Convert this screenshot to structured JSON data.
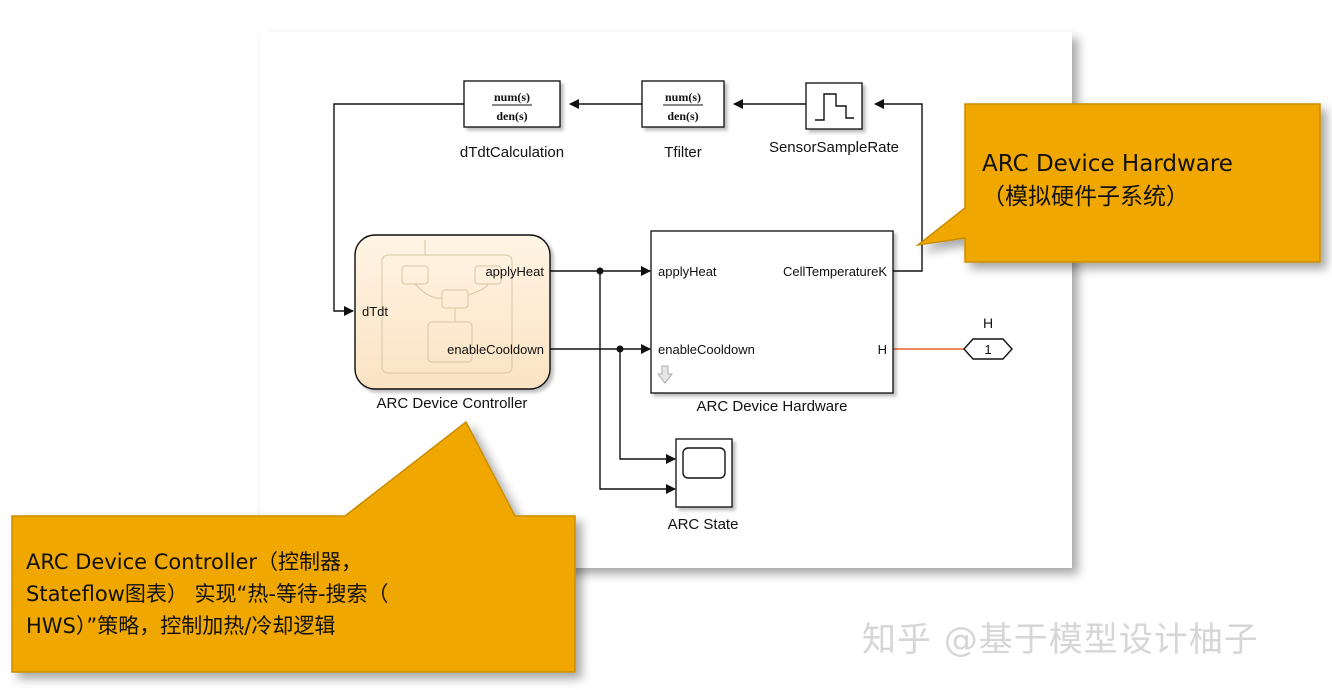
{
  "diagram": {
    "blocks": {
      "dtdt_calc": {
        "label": "dTdtCalculation",
        "num": "num(s)",
        "den": "den(s)"
      },
      "tfilter": {
        "label": "Tfilter",
        "num": "num(s)",
        "den": "den(s)"
      },
      "sensor_rate": {
        "label": "SensorSampleRate"
      },
      "controller": {
        "label": "ARC Device Controller",
        "in_port": "dTdt",
        "out_port_1": "applyHeat",
        "out_port_2": "enableCooldown"
      },
      "hardware": {
        "label": "ARC Device Hardware",
        "in_port_1": "applyHeat",
        "in_port_2": "enableCooldown",
        "out_port_1": "CellTemperatureK",
        "out_port_2": "H"
      },
      "scope": {
        "label": "ARC State"
      },
      "outport": {
        "name": "H",
        "number": "1"
      }
    }
  },
  "callouts": {
    "hardware": {
      "lines": [
        "ARC Device Hardware",
        "（模拟硬件子系统）"
      ]
    },
    "controller": {
      "lines": [
        "ARC Device Controller（控制器，",
        "Stateflow图表） 实现“热-等待-搜索（",
        "HWS）”策略，控制加热/冷却逻辑"
      ]
    }
  },
  "watermark": "知乎 @基于模型设计柚子",
  "colors": {
    "callout_fill": "#f0a800",
    "callout_border": "#c98d00",
    "signal_orange": "#e8642c",
    "controller_fill": "#fde9cf"
  }
}
